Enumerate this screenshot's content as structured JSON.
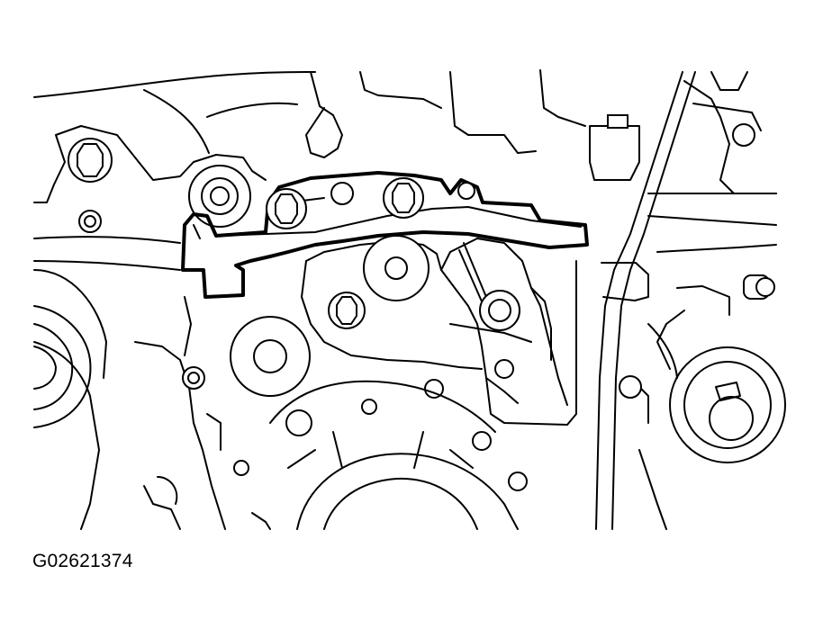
{
  "figure": {
    "code": "G02621374",
    "colors": {
      "line": "#000000",
      "background": "#ffffff"
    },
    "icons": [
      "engine-front-line-drawing",
      "timing-belt-idler-bracket",
      "bolt",
      "pulley",
      "tensioner"
    ]
  }
}
